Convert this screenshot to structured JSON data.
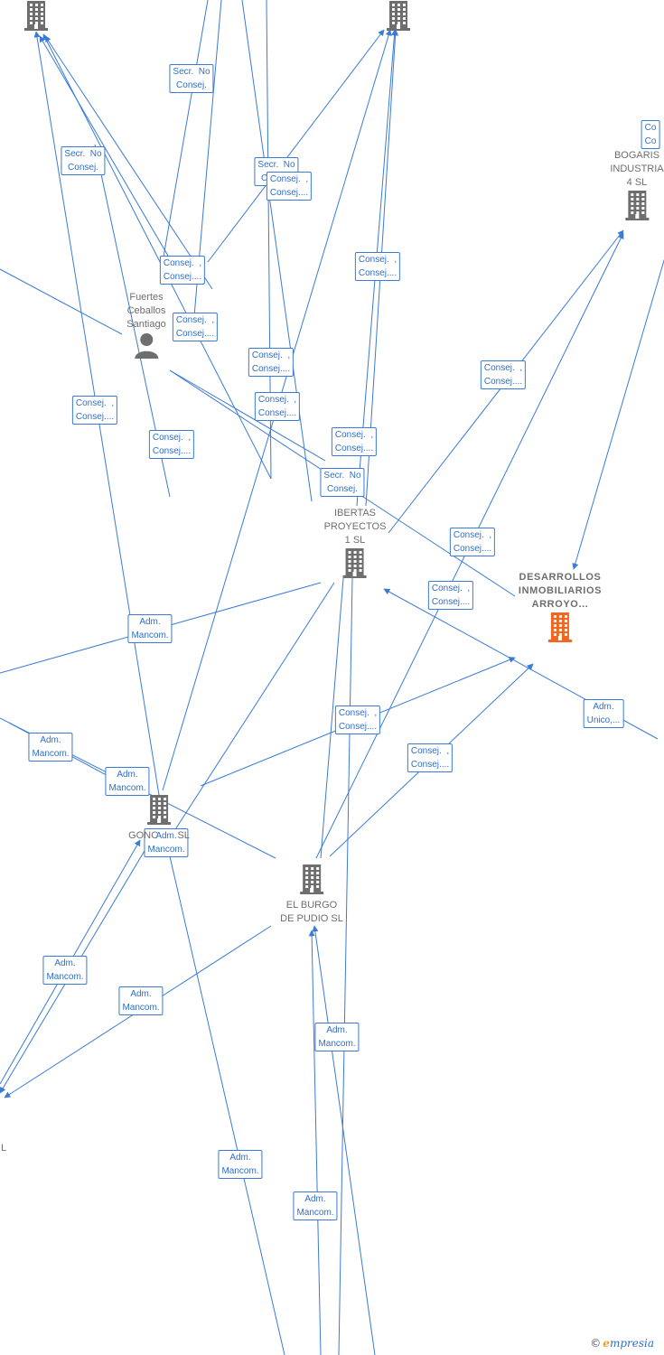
{
  "colors": {
    "edge": "#3a7bd5",
    "node_gray": "#6e6e6e",
    "node_focus": "#f26522"
  },
  "nodes": [
    {
      "id": "top-left-company",
      "name": "",
      "icon": "building-icon"
    },
    {
      "id": "top-center-company",
      "name": "",
      "icon": "building-icon"
    },
    {
      "id": "bogaris",
      "name": "BOGARIS\nINDUSTRIA\n4 SL",
      "icon": "building-icon"
    },
    {
      "id": "fuertes",
      "name": "Fuertes\nCeballos\nSantiago",
      "icon": "person-icon"
    },
    {
      "id": "libertas",
      "name": "IBERTAS\nPROYECTOS\n1 SL",
      "icon": "building-icon"
    },
    {
      "id": "desarrollos",
      "name": "DESARROLLOS\nINMOBILIARIOS\nARROYO...",
      "icon": "building-icon",
      "focus": true
    },
    {
      "id": "gonc",
      "name": "GONC       SL",
      "icon": "building-icon"
    },
    {
      "id": "burgo",
      "name": "EL BURGO\nDE PUDIO SL",
      "icon": "building-icon"
    },
    {
      "id": "left-edge",
      "name": "L",
      "icon": ""
    }
  ],
  "edge_labels": [
    "Secr.  No\nConsej.",
    "Secr.  No\nConsej.",
    "Consej.  ,\nConsej....",
    "Secr.  No\nConsej.",
    "Consej.  ,\nConsej....",
    "Consej.  ,\nConsej....",
    "Consej.  ,\nConsej....",
    "Consej.  ,\nConsej....",
    "Consej.  ,\nConsej....",
    "Consej.  ,\nConsej....",
    "Consej.  ,\nConsej....",
    "Consej.  ,\nConsej....",
    "Secr.  No\nConsej.",
    "Consej.  ,\nConsej....",
    "Consej.  ,\nConsej....",
    "Adm.\nMancom.",
    "Adm.\nUnico,...",
    "Consej.  ,\nConsej....",
    "Consej.  ,\nConsej....",
    "Adm.\nMancom.",
    "Adm.\nMancom.",
    "Adm.\nMancom.",
    "Adm.\nMancom.",
    "Adm.\nMancom.",
    "Adm.\nMancom.",
    "Adm.\nMancom.",
    "Adm.\nMancom.",
    "Co\nCo",
    "Consej.  ,\nConsej...."
  ],
  "watermark": {
    "copyright": "©",
    "brand_first": "e",
    "brand_rest": "mpresia"
  }
}
